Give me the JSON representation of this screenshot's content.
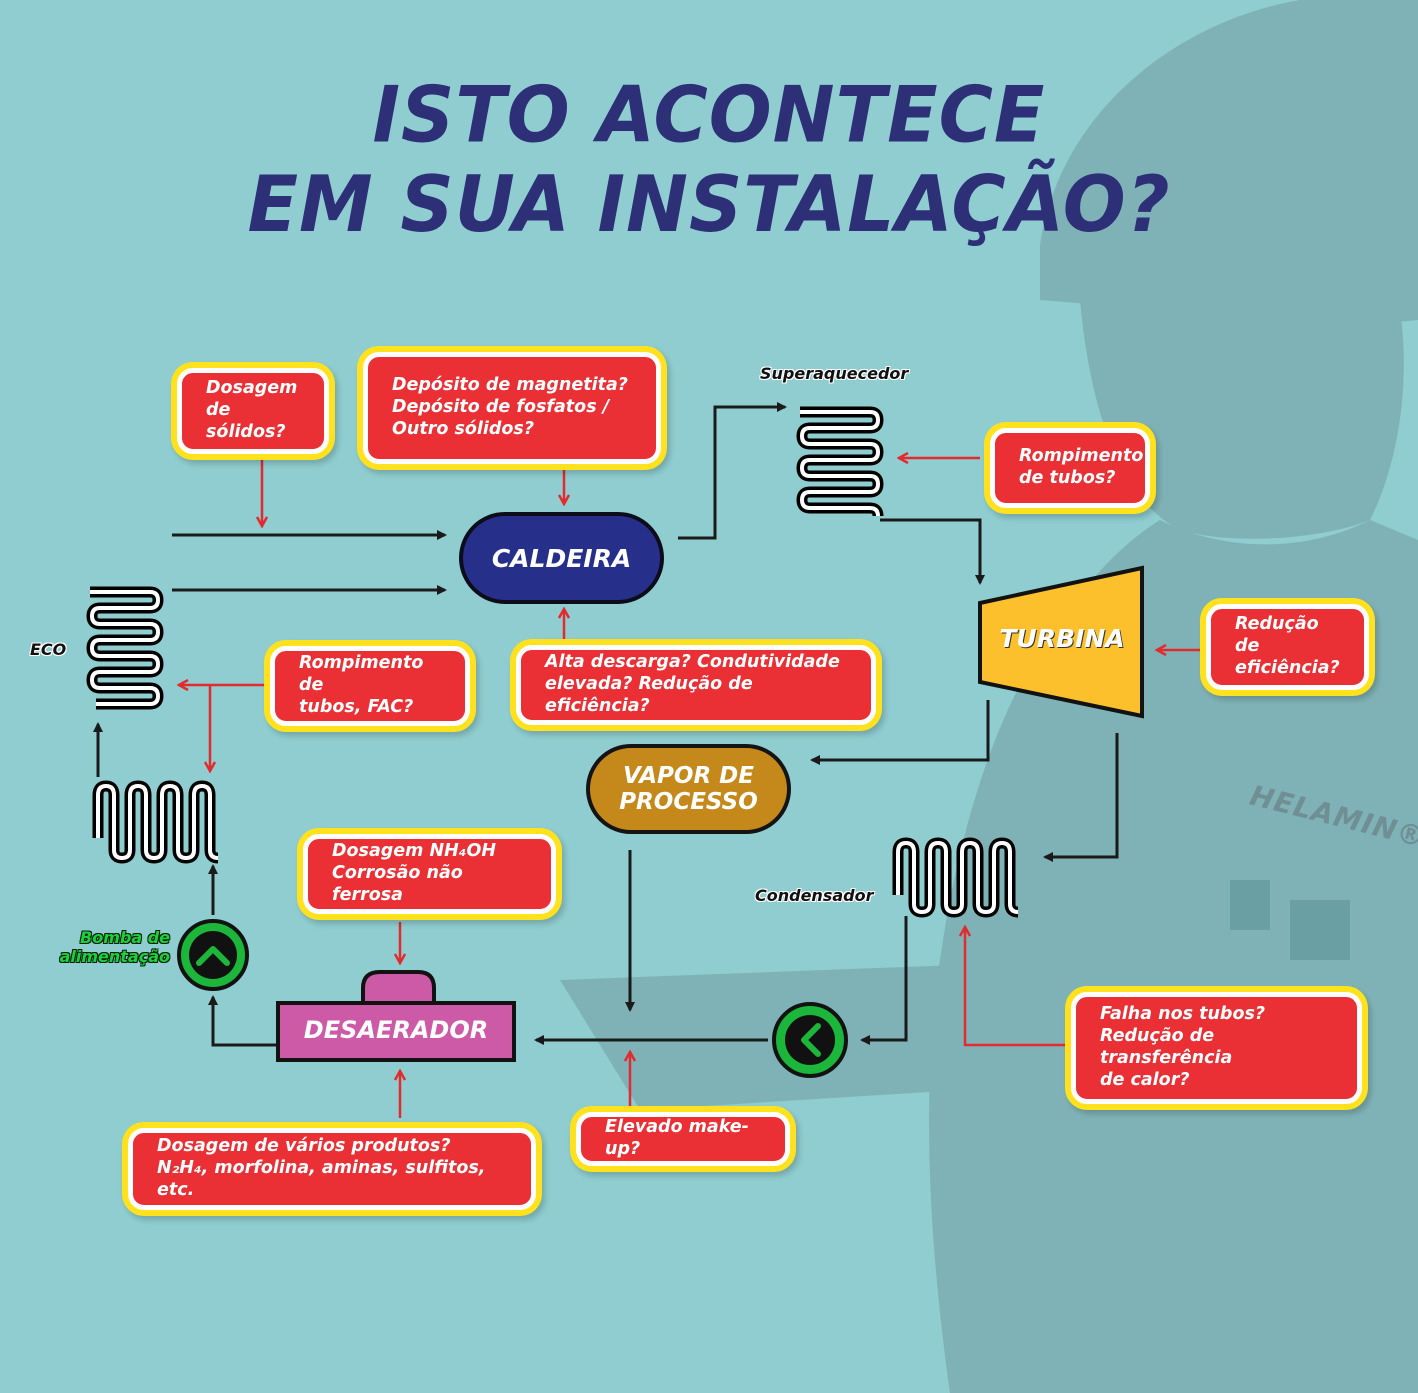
{
  "title": {
    "line1": "ISTO ACONTECE",
    "line2": "EM SUA INSTALAÇÃO?"
  },
  "nodes": {
    "caldeira": "CALDEIRA",
    "turbina": "TURBINA",
    "vapor": "VAPOR DE\nPROCESSO",
    "desaerador": "DESAERADOR"
  },
  "labels": {
    "superaquecedor": "Superaquecedor",
    "eco": "ECO",
    "condensador": "Condensador",
    "bomba": "Bomba de\nalimentação"
  },
  "callouts": {
    "dosagem_solidos": "Dosagem de\nsólidos?",
    "deposito": "Depósito de magnetita?\nDepósito de fosfatos /\nOutro sólidos?",
    "rompimento_super": "Rompimento\nde tubos?",
    "reducao_turbina": "Redução de\neficiência?",
    "rompimento_eco": "Rompimento de\ntubos, FAC?",
    "alta_descarga": "Alta descarga? Condutividade\nelevada? Redução de eficiência?",
    "dosagem_nh": "Dosagem NH₄OH\nCorrosão não ferrosa",
    "falha_tubos": "Falha nos tubos?\nRedução de transferência\nde calor?",
    "dosagem_varios": "Dosagem de vários produtos?\nN₂H₄, morfolina, aminas, sulfitos, etc.",
    "elevado_makeup": "Elevado make-up?"
  },
  "watermark": "HELAMIN®",
  "colors": {
    "background": "#8fcdd0",
    "title": "#2d2f77",
    "callout_fill": "#ea2f35",
    "callout_border": "#ffe21d",
    "caldeira": "#26308b",
    "turbina": "#fcc02d",
    "vapor": "#c4891a",
    "desaerador": "#cc5aa6",
    "pump": "#1bb63a",
    "red_arrow": "#e22b2f",
    "black_arrow": "#1a1a1a"
  }
}
